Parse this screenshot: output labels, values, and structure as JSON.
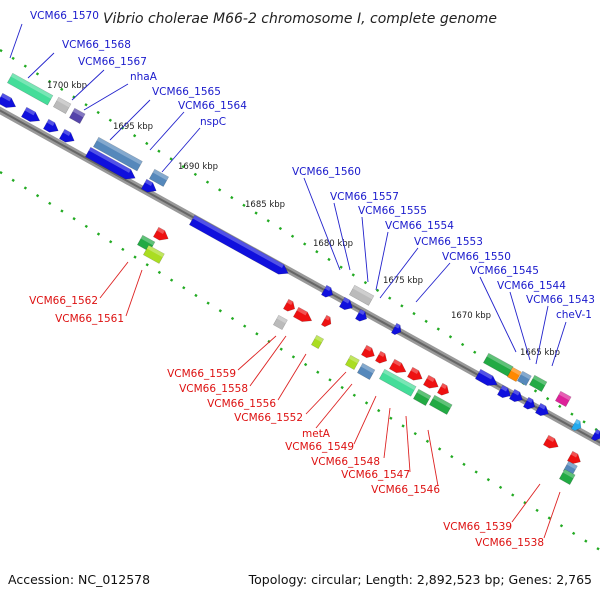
{
  "title": "Vibrio cholerae M66-2 chromosome I, complete genome",
  "footer": {
    "accession": "Accession: NC_012578",
    "topology": "Topology: circular; Length: 2,892,523 bp; Genes: 2,765"
  },
  "colors": {
    "plus_label": "#1a1acc",
    "minus_label": "#dd1111",
    "backbone": "#808080",
    "feature_blue": "#1010dd",
    "feature_red": "#ee1111",
    "feature_green": "#22aa44",
    "feature_steel": "#5588bb",
    "feature_grey": "#bbbbbb",
    "feature_mint": "#44dd99",
    "feature_lime": "#aadd22",
    "feature_magenta": "#dd2299",
    "feature_orange": "#ff8800",
    "feature_cyan": "#22aaee",
    "feature_purple": "#5544aa"
  },
  "ticks": [
    "1700 kbp",
    "1695 kbp",
    "1690 kbp",
    "1685 kbp",
    "1680 kbp",
    "1675 kbp",
    "1670 kbp",
    "1665 kbp"
  ],
  "plus_labels": [
    "VCM66_1570",
    "VCM66_1568",
    "VCM66_1567",
    "nhaA",
    "VCM66_1565",
    "VCM66_1564",
    "nspC",
    "VCM66_1560",
    "VCM66_1557",
    "VCM66_1555",
    "VCM66_1554",
    "VCM66_1553",
    "VCM66_1550",
    "VCM66_1545",
    "VCM66_1544",
    "VCM66_1543",
    "cheV-1"
  ],
  "minus_labels": [
    "VCM66_1562",
    "VCM66_1561",
    "VCM66_1559",
    "VCM66_1558",
    "VCM66_1556",
    "VCM66_1552",
    "metA",
    "VCM66_1549",
    "VCM66_1548",
    "VCM66_1547",
    "VCM66_1546",
    "VCM66_1539",
    "VCM66_1538"
  ]
}
